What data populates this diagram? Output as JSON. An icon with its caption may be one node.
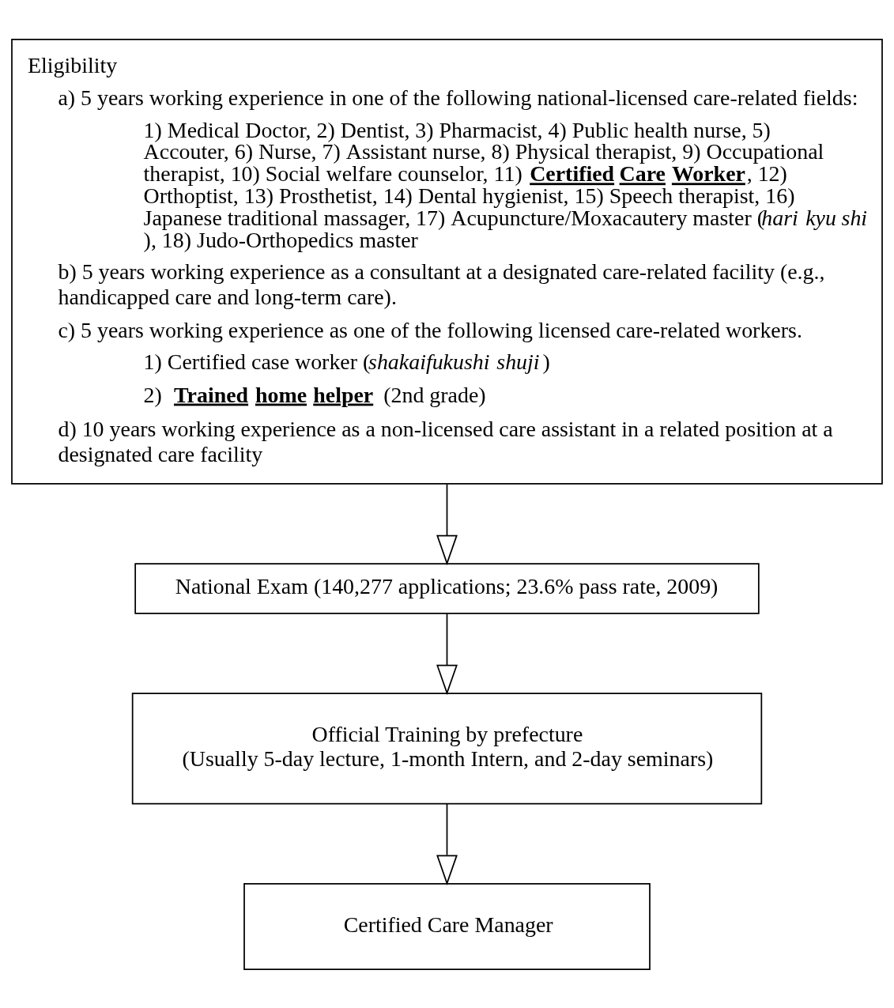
{
  "diagram": {
    "nodes": [
      {
        "text": [
          "Eligibility",
          "a) 5 years working experience in one of the following national-licensed care-related fields:",
          "1) Medical Doctor, 2) Dentist, 3) Pharmacist, 4) Public health nurse, 5) Accouter, 6) Nurse, 7) Assistant nurse, 8) Physical therapist, 9) Occupational therapist, 10) Social welfare counselor, 11) **Certified Care Worker**, 12) Orthoptist, 13) Prosthetist, 14) Dental hygienist, 15) Speech therapist, 16) Japanese traditional massager, 17) Acupuncture/Moxacautery master (*hari kyu shi*), 18) Judo-Orthopedics master",
          "b) 5 years working experience as a consultant at a designated care-related facility (e.g., handicapped care and long-term care).",
          "c) 5 years working experience as one of the following licensed care-related workers.",
          "1) Certified case worker (*shakaifukushi shuji*)",
          "2) **Trained home helper** (2nd grade)",
          "d) 10 years working experience as a non-licensed care assistant in a related position at a designated care facility"
        ]
      },
      {
        "text": [
          "National Exam (140,277 applications; 23.6% pass rate, 2009)"
        ]
      },
      {
        "text": [
          "Official Training by prefecture",
          "(Usually 5-day lecture, 1-month Intern, and 2-day seminars)"
        ]
      },
      {
        "text": [
          "Certified Care Manager"
        ]
      }
    ],
    "edges": [
      {
        "from": 0,
        "to": 1,
        "arrow": "to"
      },
      {
        "from": 1,
        "to": 2,
        "arrow": "to"
      },
      {
        "from": 2,
        "to": 3,
        "arrow": "to"
      }
    ]
  }
}
